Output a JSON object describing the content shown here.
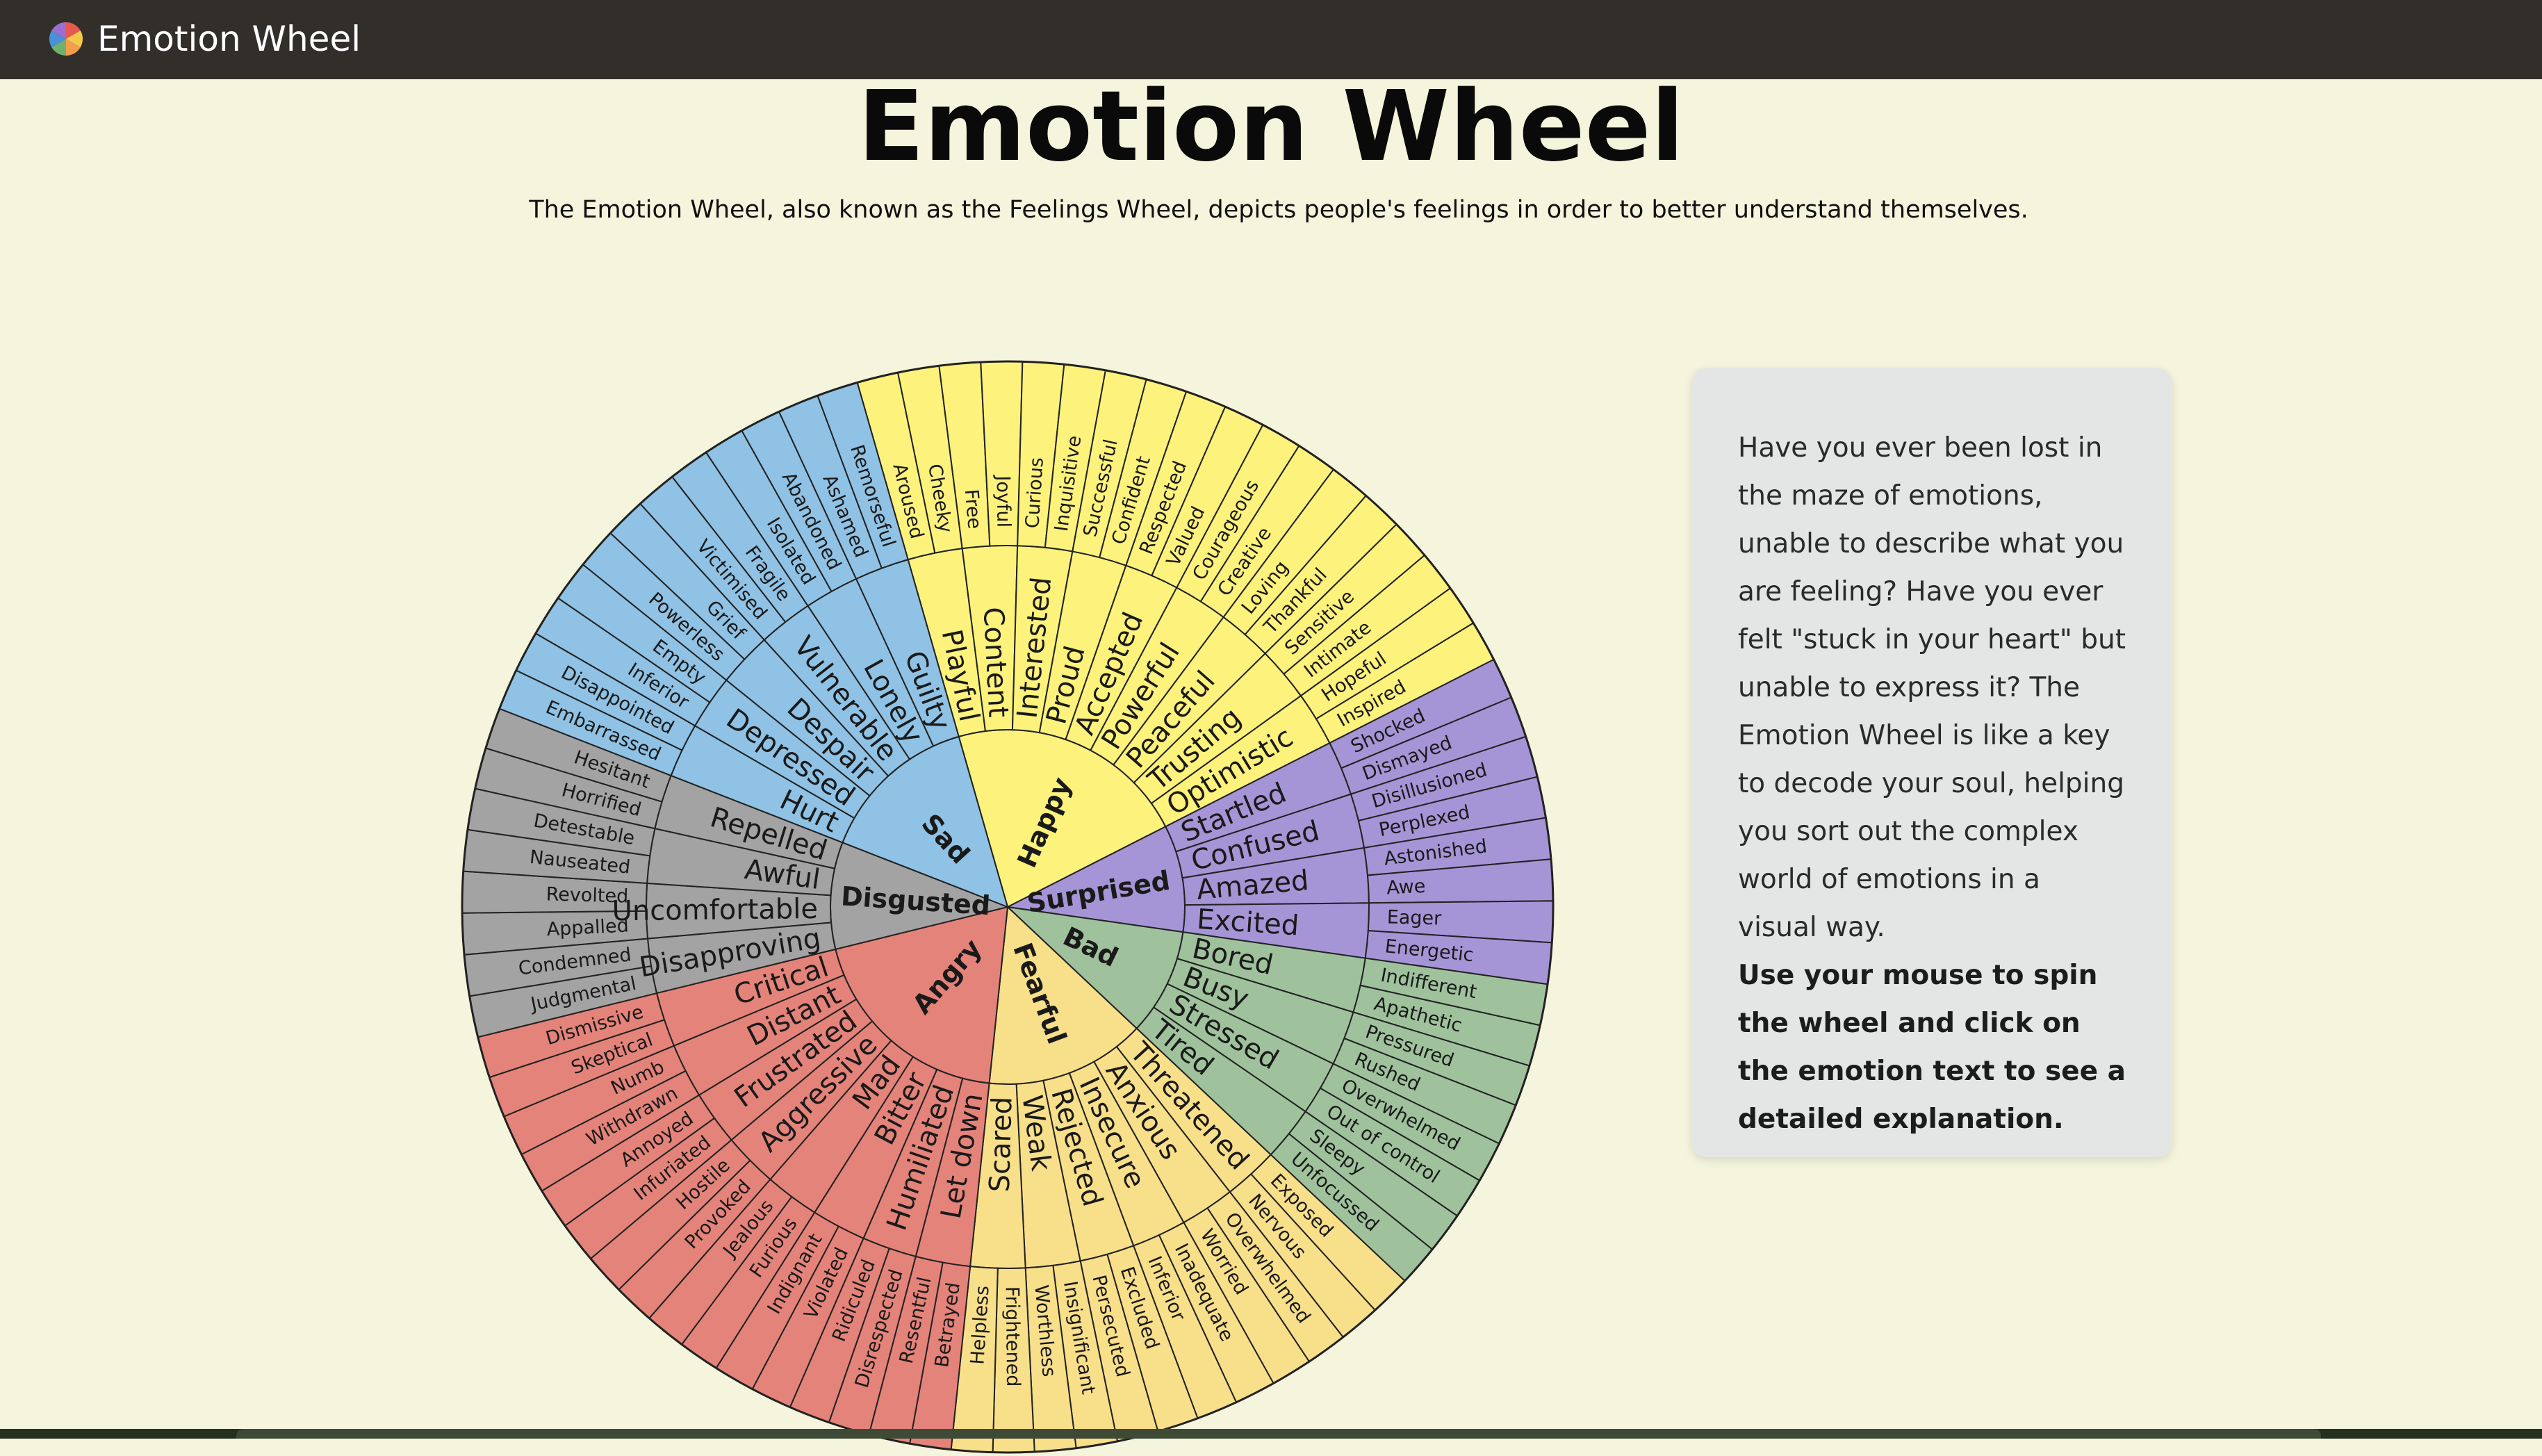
{
  "app": {
    "brand": "Emotion Wheel"
  },
  "header": {
    "title": "Emotion Wheel",
    "subtitle": "The Emotion Wheel, also known as the Feelings Wheel, depicts people's feelings in order to better understand themselves."
  },
  "info": {
    "text": "Have you ever been lost in the maze of emotions, unable to describe what you are feeling? Have you ever felt \"stuck in your heart\" but unable to express it? The Emotion Wheel is like a key to decode your soul, helping you sort out the complex world of emotions in a visual way.",
    "instruction": "Use your mouse to spin the wheel and click on the emotion text to see a detailed explanation."
  },
  "wheel": {
    "colors": {
      "Happy": "#fdf27c",
      "Surprised": "#a595d6",
      "Bad": "#9fc29d",
      "Fearful": "#f8df8a",
      "Angry": "#e4837a",
      "Disgusted": "#a3a3a3",
      "Sad": "#8fc2e4"
    },
    "emotions": [
      {
        "name": "Happy",
        "children": [
          {
            "name": "Playful",
            "children": [
              "Aroused",
              "Cheeky"
            ]
          },
          {
            "name": "Content",
            "children": [
              "Free",
              "Joyful"
            ]
          },
          {
            "name": "Interested",
            "children": [
              "Curious",
              "Inquisitive"
            ]
          },
          {
            "name": "Proud",
            "children": [
              "Successful",
              "Confident"
            ]
          },
          {
            "name": "Accepted",
            "children": [
              "Respected",
              "Valued"
            ]
          },
          {
            "name": "Powerful",
            "children": [
              "Courageous",
              "Creative"
            ]
          },
          {
            "name": "Peaceful",
            "children": [
              "Loving",
              "Thankful"
            ]
          },
          {
            "name": "Trusting",
            "children": [
              "Sensitive",
              "Intimate"
            ]
          },
          {
            "name": "Optimistic",
            "children": [
              "Hopeful",
              "Inspired"
            ]
          }
        ]
      },
      {
        "name": "Surprised",
        "children": [
          {
            "name": "Startled",
            "children": [
              "Shocked",
              "Dismayed"
            ]
          },
          {
            "name": "Confused",
            "children": [
              "Disillusioned",
              "Perplexed"
            ]
          },
          {
            "name": "Amazed",
            "children": [
              "Astonished",
              "Awe"
            ]
          },
          {
            "name": "Excited",
            "children": [
              "Eager",
              "Energetic"
            ]
          }
        ]
      },
      {
        "name": "Bad",
        "children": [
          {
            "name": "Bored",
            "children": [
              "Indifferent",
              "Apathetic"
            ]
          },
          {
            "name": "Busy",
            "children": [
              "Pressured",
              "Rushed"
            ]
          },
          {
            "name": "Stressed",
            "children": [
              "Overwhelmed",
              "Out of control"
            ]
          },
          {
            "name": "Tired",
            "children": [
              "Sleepy",
              "Unfocussed"
            ]
          }
        ]
      },
      {
        "name": "Fearful",
        "children": [
          {
            "name": "Threatened",
            "children": [
              "Exposed",
              "Nervous"
            ]
          },
          {
            "name": "Anxious",
            "children": [
              "Overwhelmed",
              "Worried"
            ]
          },
          {
            "name": "Insecure",
            "children": [
              "Inadequate",
              "Inferior"
            ]
          },
          {
            "name": "Rejected",
            "children": [
              "Excluded",
              "Persecuted"
            ]
          },
          {
            "name": "Weak",
            "children": [
              "Insignificant",
              "Worthless"
            ]
          },
          {
            "name": "Scared",
            "children": [
              "Frightened",
              "Helpless"
            ]
          }
        ]
      },
      {
        "name": "Angry",
        "children": [
          {
            "name": "Let down",
            "children": [
              "Betrayed",
              "Resentful"
            ]
          },
          {
            "name": "Humiliated",
            "children": [
              "Disrespected",
              "Ridiculed"
            ]
          },
          {
            "name": "Bitter",
            "children": [
              "Violated",
              "Indignant"
            ]
          },
          {
            "name": "Mad",
            "children": [
              "Furious",
              "Jealous"
            ]
          },
          {
            "name": "Aggressive",
            "children": [
              "Provoked",
              "Hostile"
            ]
          },
          {
            "name": "Frustrated",
            "children": [
              "Infuriated",
              "Annoyed"
            ]
          },
          {
            "name": "Distant",
            "children": [
              "Withdrawn",
              "Numb"
            ]
          },
          {
            "name": "Critical",
            "children": [
              "Skeptical",
              "Dismissive"
            ]
          }
        ]
      },
      {
        "name": "Disgusted",
        "children": [
          {
            "name": "Disapproving",
            "children": [
              "Judgmental",
              "Condemned"
            ]
          },
          {
            "name": "Uncomfortable",
            "children": [
              "Appalled",
              "Revolted"
            ]
          },
          {
            "name": "Awful",
            "children": [
              "Nauseated",
              "Detestable"
            ]
          },
          {
            "name": "Repelled",
            "children": [
              "Horrified",
              "Hesitant"
            ]
          }
        ]
      },
      {
        "name": "Sad",
        "children": [
          {
            "name": "Hurt",
            "children": [
              "Embarrassed",
              "Disappointed"
            ]
          },
          {
            "name": "Depressed",
            "children": [
              "Inferior",
              "Empty"
            ]
          },
          {
            "name": "Despair",
            "children": [
              "Powerless",
              "Grief"
            ]
          },
          {
            "name": "Vulnerable",
            "children": [
              "Victimised",
              "Fragile"
            ]
          },
          {
            "name": "Lonely",
            "children": [
              "Isolated",
              "Abandoned"
            ]
          },
          {
            "name": "Guilty",
            "children": [
              "Ashamed",
              "Remorseful"
            ]
          }
        ]
      }
    ]
  }
}
